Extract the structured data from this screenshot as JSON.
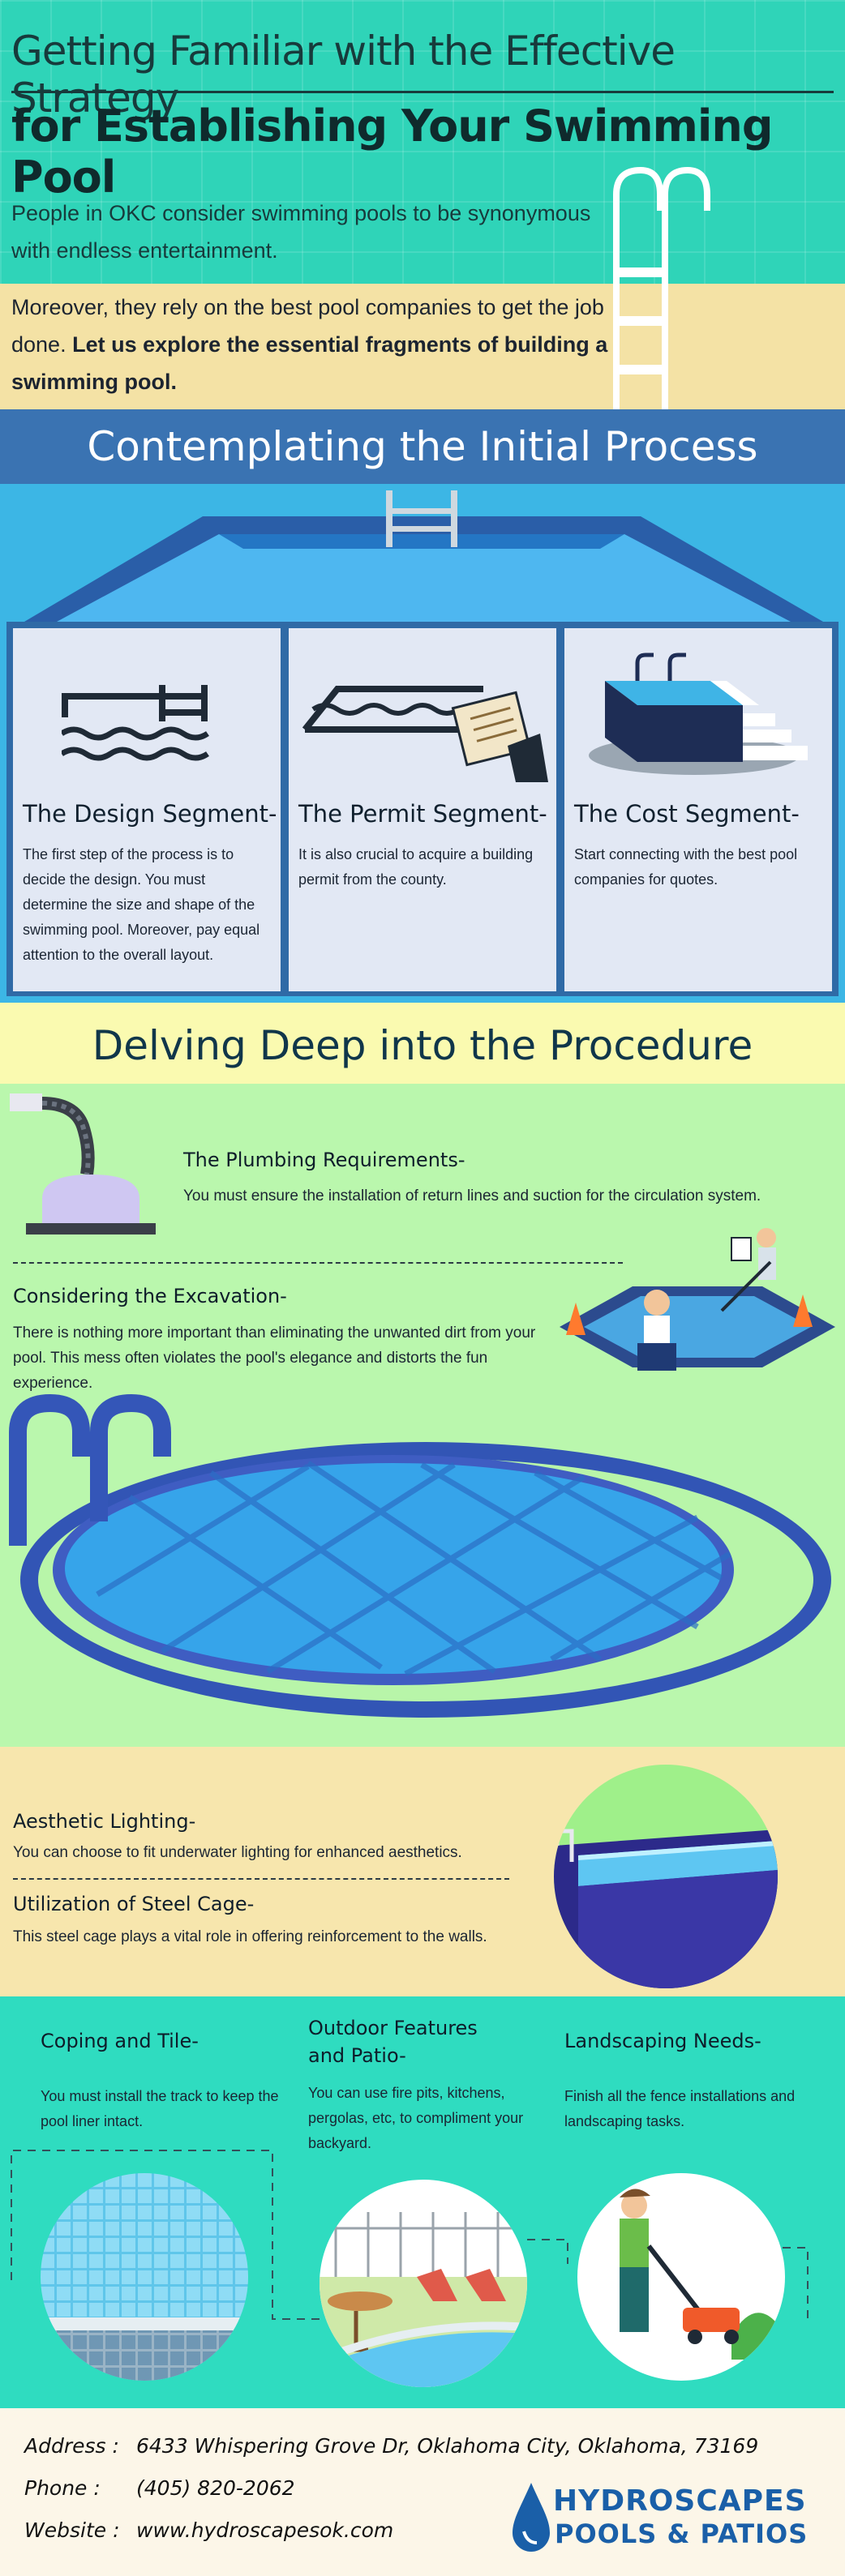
{
  "header": {
    "title_line1": "Getting Familiar with the Effective Strategy",
    "title_line2": "for Establishing Your Swimming Pool",
    "intro": "People in OKC consider swimming pools to be synonymous with endless entertainment.",
    "intro2_plain": "Moreover, they rely on the best pool companies to get the job done. ",
    "intro2_bold": "Let us explore the essential fragments of building a swimming pool."
  },
  "initial": {
    "title": "Contemplating the Initial Process",
    "cards": [
      {
        "title": "The Design Segment-",
        "body": "The first step of the process is to decide the design. You must determine the size and shape of the swimming pool. Moreover, pay equal attention to the overall layout."
      },
      {
        "title": "The Permit Segment-",
        "body": "It is also crucial to acquire a building permit from the county."
      },
      {
        "title": "The Cost Segment-",
        "body": "Start connecting with the best pool companies for quotes."
      }
    ]
  },
  "procedure": {
    "title": "Delving Deep into the Procedure",
    "plumbing_title": "The Plumbing Requirements-",
    "plumbing_body": "You must ensure the installation of return lines and suction for the circulation system.",
    "excavation_title": "Considering the Excavation-",
    "excavation_body": "There is nothing more important than eliminating the unwanted dirt from your pool. This mess often violates the pool's elegance and distorts the fun experience."
  },
  "finishing": {
    "lighting_title": "Aesthetic Lighting-",
    "lighting_body": "You can choose to fit underwater lighting for enhanced aesthetics.",
    "steel_title": "Utilization of Steel Cage-",
    "steel_body": "This steel cage plays a vital role in offering reinforcement to the walls."
  },
  "extras": [
    {
      "title": "Coping and Tile-",
      "body": "You must install the track to keep the pool liner intact."
    },
    {
      "title": "Outdoor Features and Patio-",
      "body": "You can use fire pits, kitchens, pergolas, etc, to compliment your backyard."
    },
    {
      "title": "Landscaping Needs-",
      "body": "Finish all the fence installations and landscaping tasks."
    }
  ],
  "footer": {
    "address_label": "Address :",
    "address": "6433 Whispering Grove Dr, Oklahoma City, Oklahoma, 73169",
    "phone_label": "Phone :",
    "phone": "(405) 820-2062",
    "website_label": "Website :",
    "website": "www.hydroscapesok.com",
    "logo_line1": "HYDROSCAPES",
    "logo_line2": "POOLS & PATIOS"
  }
}
